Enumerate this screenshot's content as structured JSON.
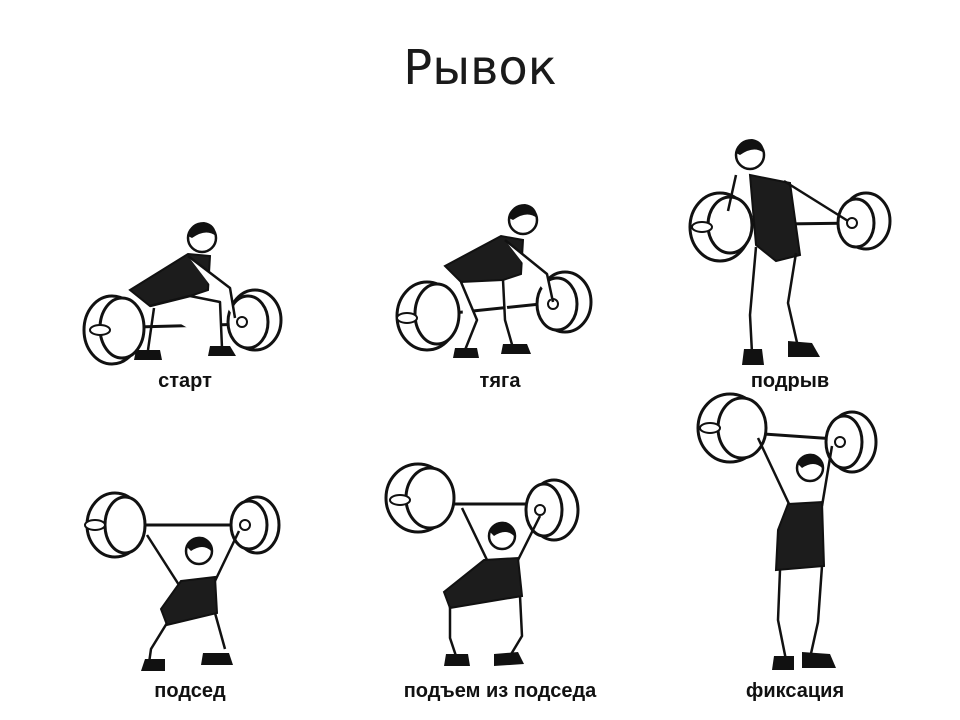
{
  "title": "Рывок",
  "phases": [
    {
      "id": "start",
      "label": "старт"
    },
    {
      "id": "pull",
      "label": "тяга"
    },
    {
      "id": "explosion",
      "label": "подрыв"
    },
    {
      "id": "squat",
      "label": "подсед"
    },
    {
      "id": "rise",
      "label": "подъем из подседа"
    },
    {
      "id": "fixation",
      "label": "фиксация"
    }
  ]
}
